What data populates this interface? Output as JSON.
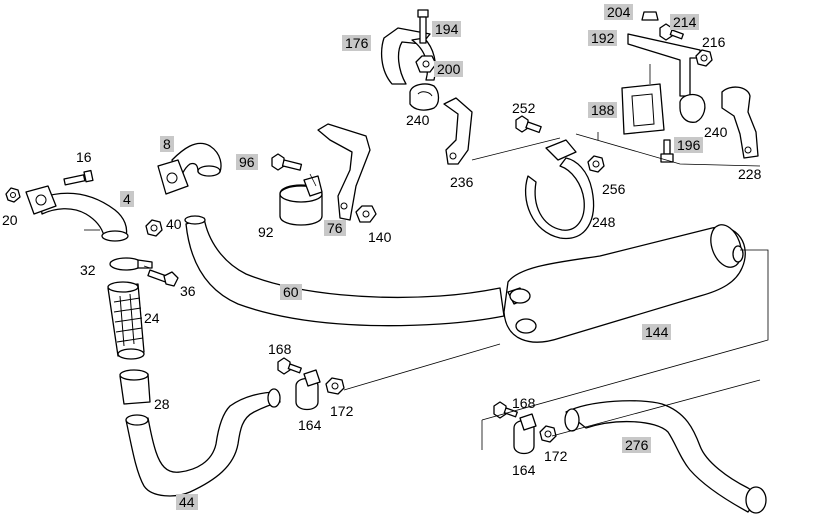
{
  "diagram": {
    "highlight_color": "#c8c8c8",
    "line_color": "#000000",
    "background": "#ffffff",
    "labels": [
      {
        "id": "l204",
        "text": "204",
        "highlighted": true
      },
      {
        "id": "l214",
        "text": "214",
        "highlighted": true
      },
      {
        "id": "l194",
        "text": "194",
        "highlighted": true
      },
      {
        "id": "l176",
        "text": "176",
        "highlighted": true
      },
      {
        "id": "l200",
        "text": "200",
        "highlighted": true
      },
      {
        "id": "l192",
        "text": "192",
        "highlighted": true
      },
      {
        "id": "l216",
        "text": "216",
        "highlighted": false
      },
      {
        "id": "l8",
        "text": "8",
        "highlighted": true
      },
      {
        "id": "l252",
        "text": "252",
        "highlighted": false
      },
      {
        "id": "l188",
        "text": "188",
        "highlighted": true
      },
      {
        "id": "l240a",
        "text": "240",
        "highlighted": false
      },
      {
        "id": "l240b",
        "text": "240",
        "highlighted": false
      },
      {
        "id": "l16",
        "text": "16",
        "highlighted": false
      },
      {
        "id": "l96",
        "text": "96",
        "highlighted": true
      },
      {
        "id": "l196",
        "text": "196",
        "highlighted": true
      },
      {
        "id": "l236",
        "text": "236",
        "highlighted": false
      },
      {
        "id": "l228",
        "text": "228",
        "highlighted": false
      },
      {
        "id": "l256",
        "text": "256",
        "highlighted": false
      },
      {
        "id": "l4",
        "text": "4",
        "highlighted": true
      },
      {
        "id": "l20",
        "text": "20",
        "highlighted": false
      },
      {
        "id": "l248",
        "text": "248",
        "highlighted": false
      },
      {
        "id": "l40",
        "text": "40",
        "highlighted": false
      },
      {
        "id": "l76",
        "text": "76",
        "highlighted": true
      },
      {
        "id": "l92",
        "text": "92",
        "highlighted": false
      },
      {
        "id": "l140",
        "text": "140",
        "highlighted": false
      },
      {
        "id": "l32",
        "text": "32",
        "highlighted": false
      },
      {
        "id": "l36",
        "text": "36",
        "highlighted": false
      },
      {
        "id": "l60",
        "text": "60",
        "highlighted": true
      },
      {
        "id": "l24",
        "text": "24",
        "highlighted": false
      },
      {
        "id": "l144",
        "text": "144",
        "highlighted": true
      },
      {
        "id": "l168a",
        "text": "168",
        "highlighted": false
      },
      {
        "id": "l28",
        "text": "28",
        "highlighted": false
      },
      {
        "id": "l172a",
        "text": "172",
        "highlighted": false
      },
      {
        "id": "l168b",
        "text": "168",
        "highlighted": false
      },
      {
        "id": "l164a",
        "text": "164",
        "highlighted": false
      },
      {
        "id": "l276",
        "text": "276",
        "highlighted": true
      },
      {
        "id": "l172b",
        "text": "172",
        "highlighted": false
      },
      {
        "id": "l164b",
        "text": "164",
        "highlighted": false
      },
      {
        "id": "l44",
        "text": "44",
        "highlighted": true
      }
    ]
  }
}
